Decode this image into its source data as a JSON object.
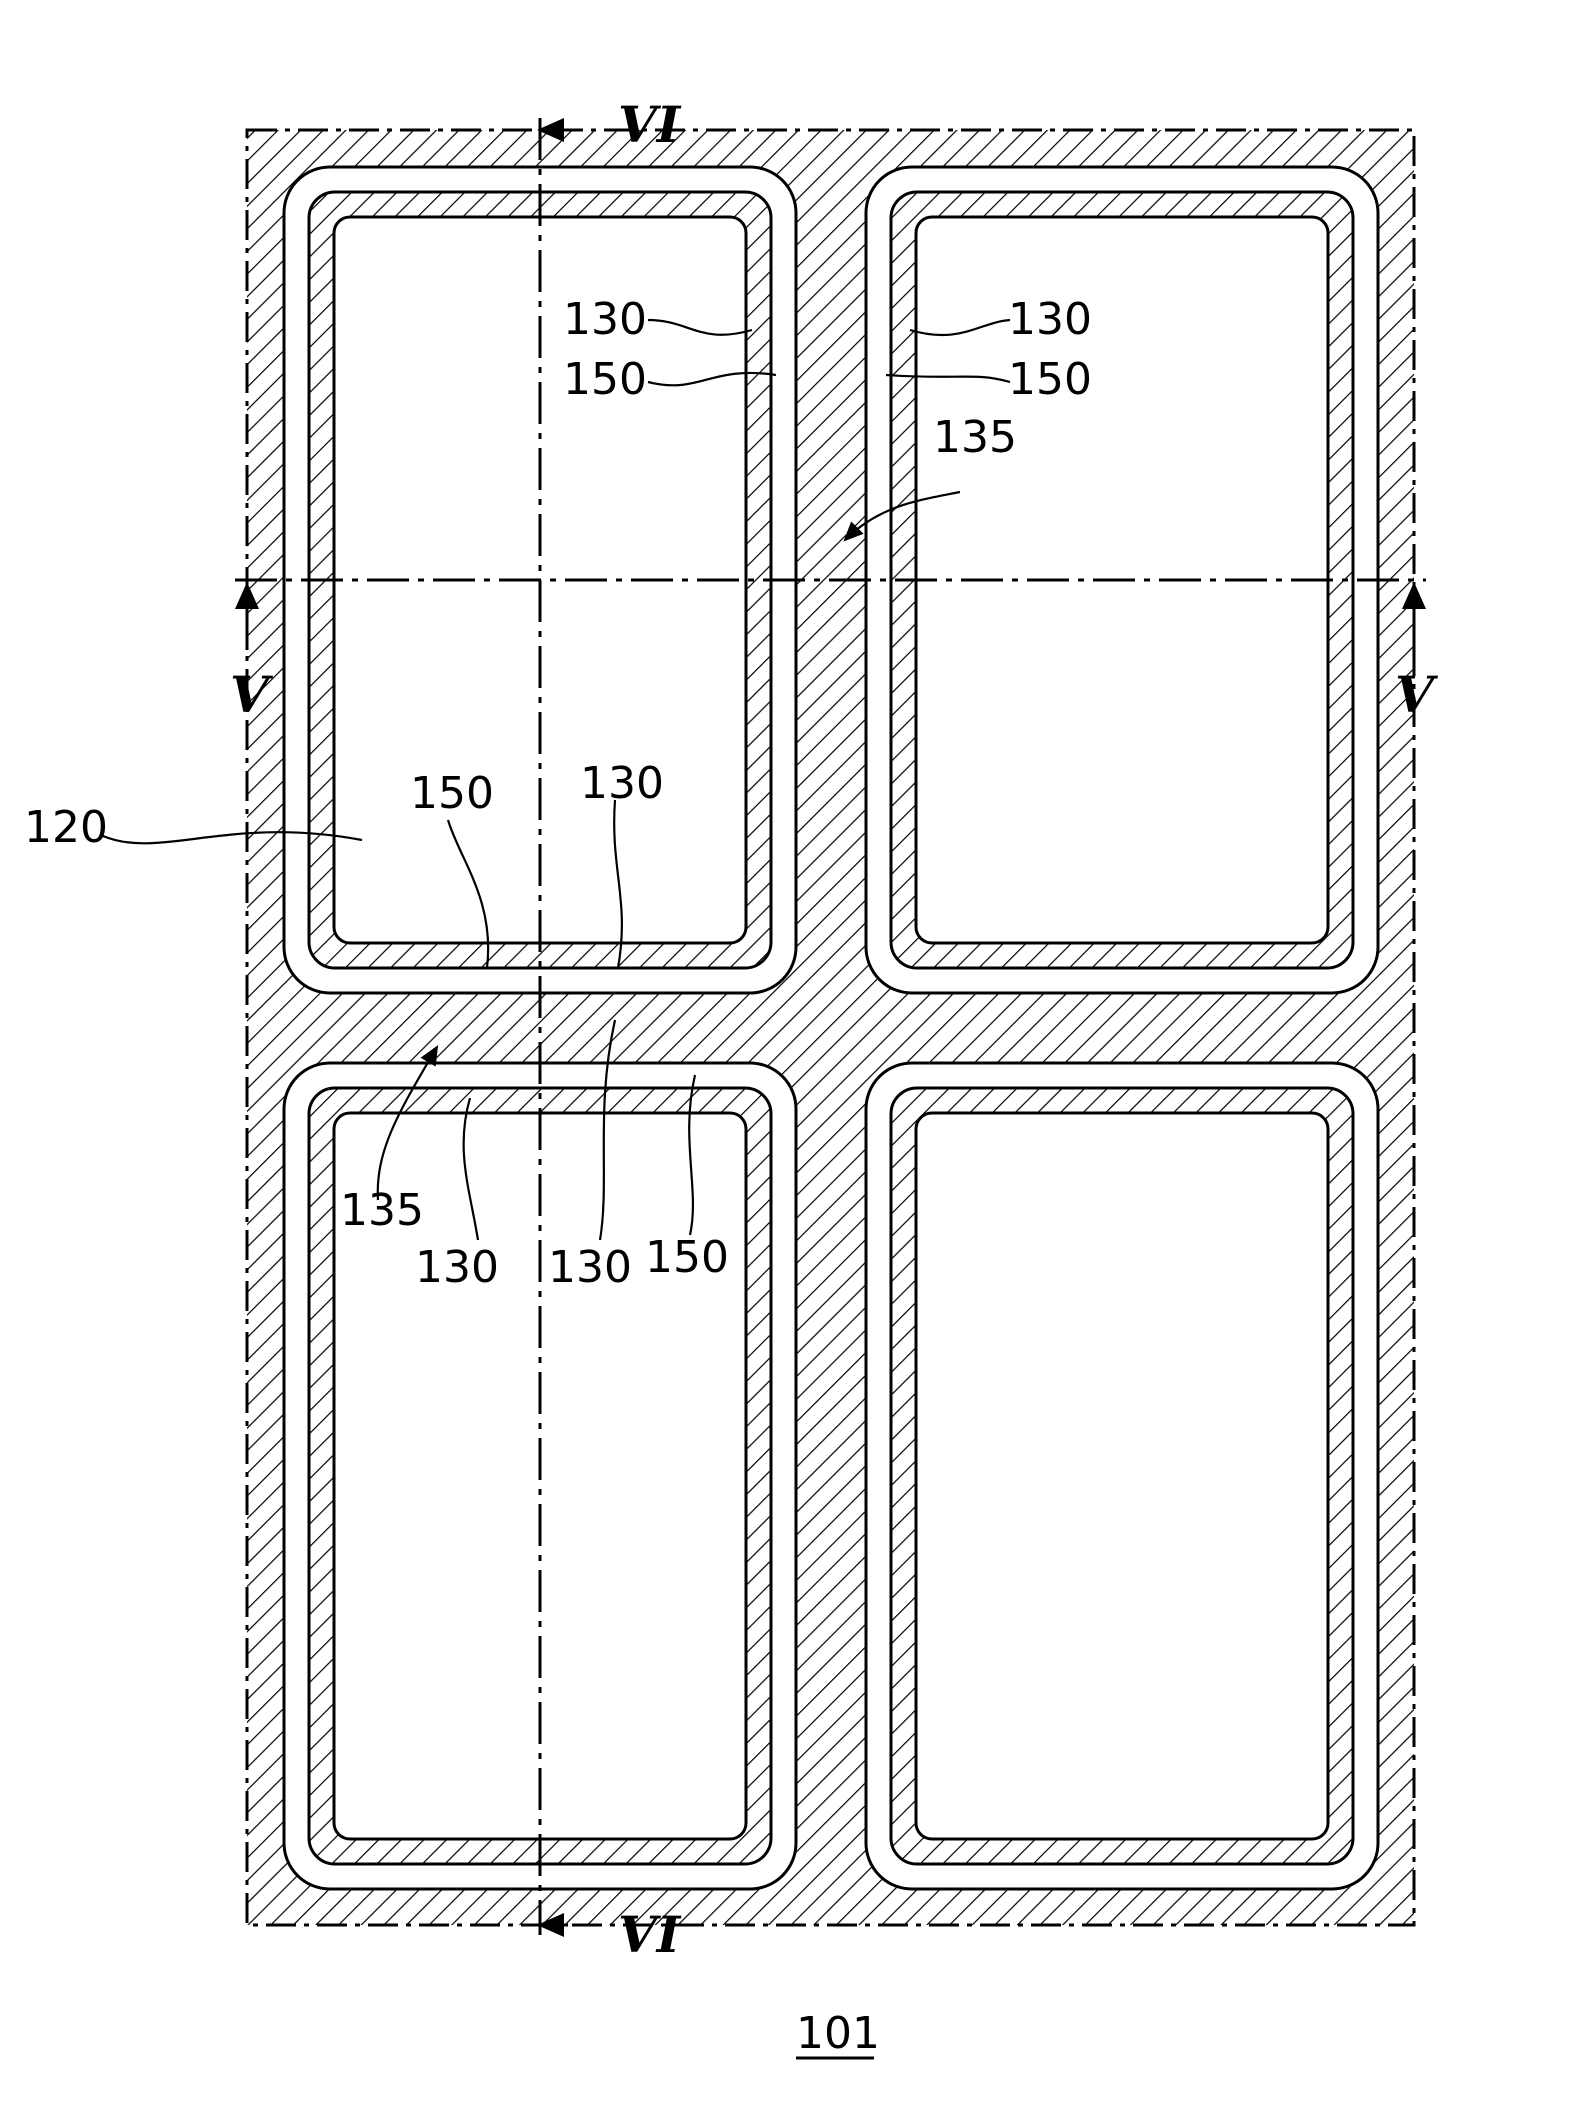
{
  "figure": {
    "label": "101",
    "colors": {
      "line": "#000000",
      "background": "#ffffff"
    }
  },
  "section_marks": {
    "top": "VI",
    "bottom": "VI",
    "left": "V",
    "right": "V"
  },
  "reference_labels": {
    "tl_130": "130",
    "tl_150": "150",
    "tr_130": "130",
    "tr_150": "150",
    "tr_135": "135",
    "l_120": "120",
    "m_150": "150",
    "m_130": "130",
    "bl_135": "135",
    "bl_130a": "130",
    "bl_130b": "130",
    "bl_150": "150"
  }
}
